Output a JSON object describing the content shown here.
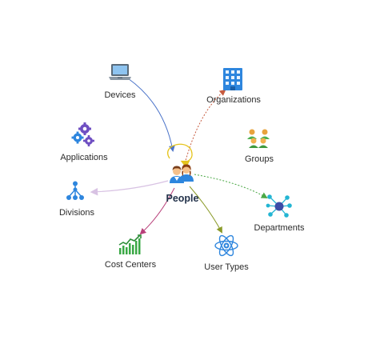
{
  "center": {
    "label": "People",
    "icon": "people-icon"
  },
  "nodes": [
    {
      "id": "devices",
      "label": "Devices",
      "icon": "laptop-icon",
      "edge_color": "#4a73c9"
    },
    {
      "id": "organizations",
      "label": "Organizations",
      "icon": "building-icon",
      "edge_color": "#c65b3f"
    },
    {
      "id": "applications",
      "label": "Applications",
      "icon": "gears-icon",
      "edge_color": null
    },
    {
      "id": "groups",
      "label": "Groups",
      "icon": "group-icon",
      "edge_color": null
    },
    {
      "id": "divisions",
      "label": "Divisions",
      "icon": "hierarchy-icon",
      "edge_color": "#d8c2e3"
    },
    {
      "id": "departments",
      "label": "Departments",
      "icon": "network-icon",
      "edge_color": "#4aa845"
    },
    {
      "id": "cost-centers",
      "label": "Cost Centers",
      "icon": "chart-icon",
      "edge_color": "#b8407a"
    },
    {
      "id": "user-types",
      "label": "User Types",
      "icon": "atom-icon",
      "edge_color": "#8a9a28"
    }
  ],
  "self_loop_color": "#e5c41d"
}
